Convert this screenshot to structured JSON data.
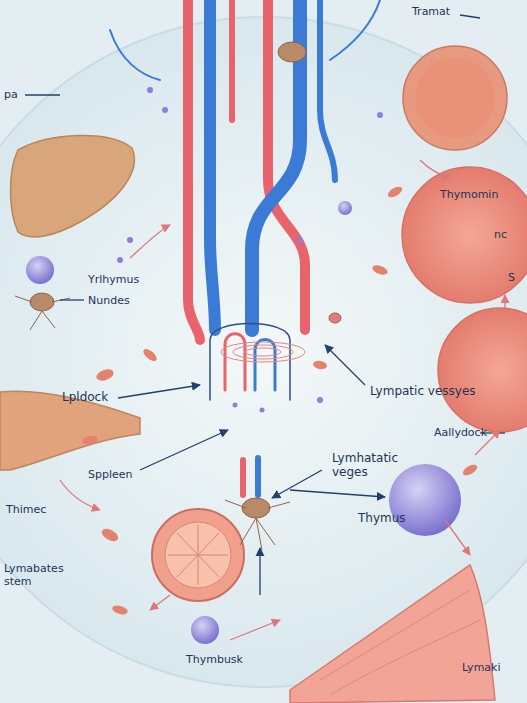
{
  "diagram": {
    "labels": [
      "Tramat",
      "pa",
      "Thymomin",
      "nc",
      "S",
      "Yrlhymus",
      "Nundes",
      "Lpldock",
      "Lympatic vessyes",
      "Aallydock",
      "Lymhatatic veges",
      "Sppleen",
      "Thimec",
      "Thymus",
      "Lymabates stem",
      "Thymbusk",
      "Lymaki"
    ]
  }
}
